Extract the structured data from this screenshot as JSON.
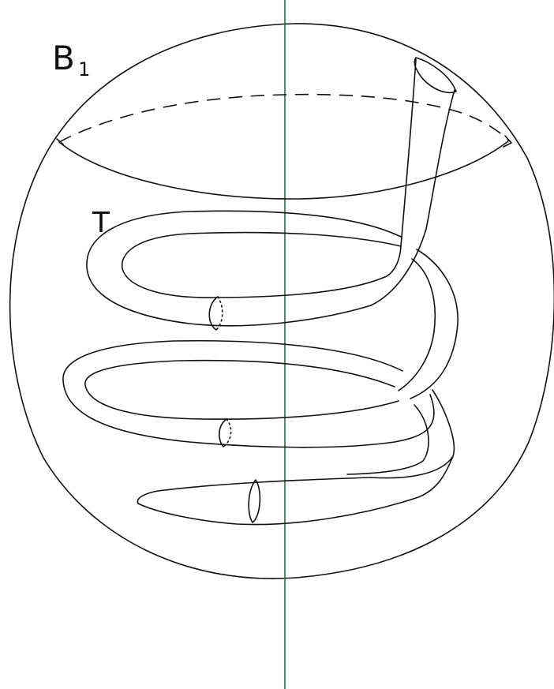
{
  "labels": {
    "ball": "B",
    "ball_subscript": "1",
    "tube": "T"
  },
  "colors": {
    "ink": "#111111",
    "axis": "#2e6b45",
    "background": "#ffffff"
  }
}
